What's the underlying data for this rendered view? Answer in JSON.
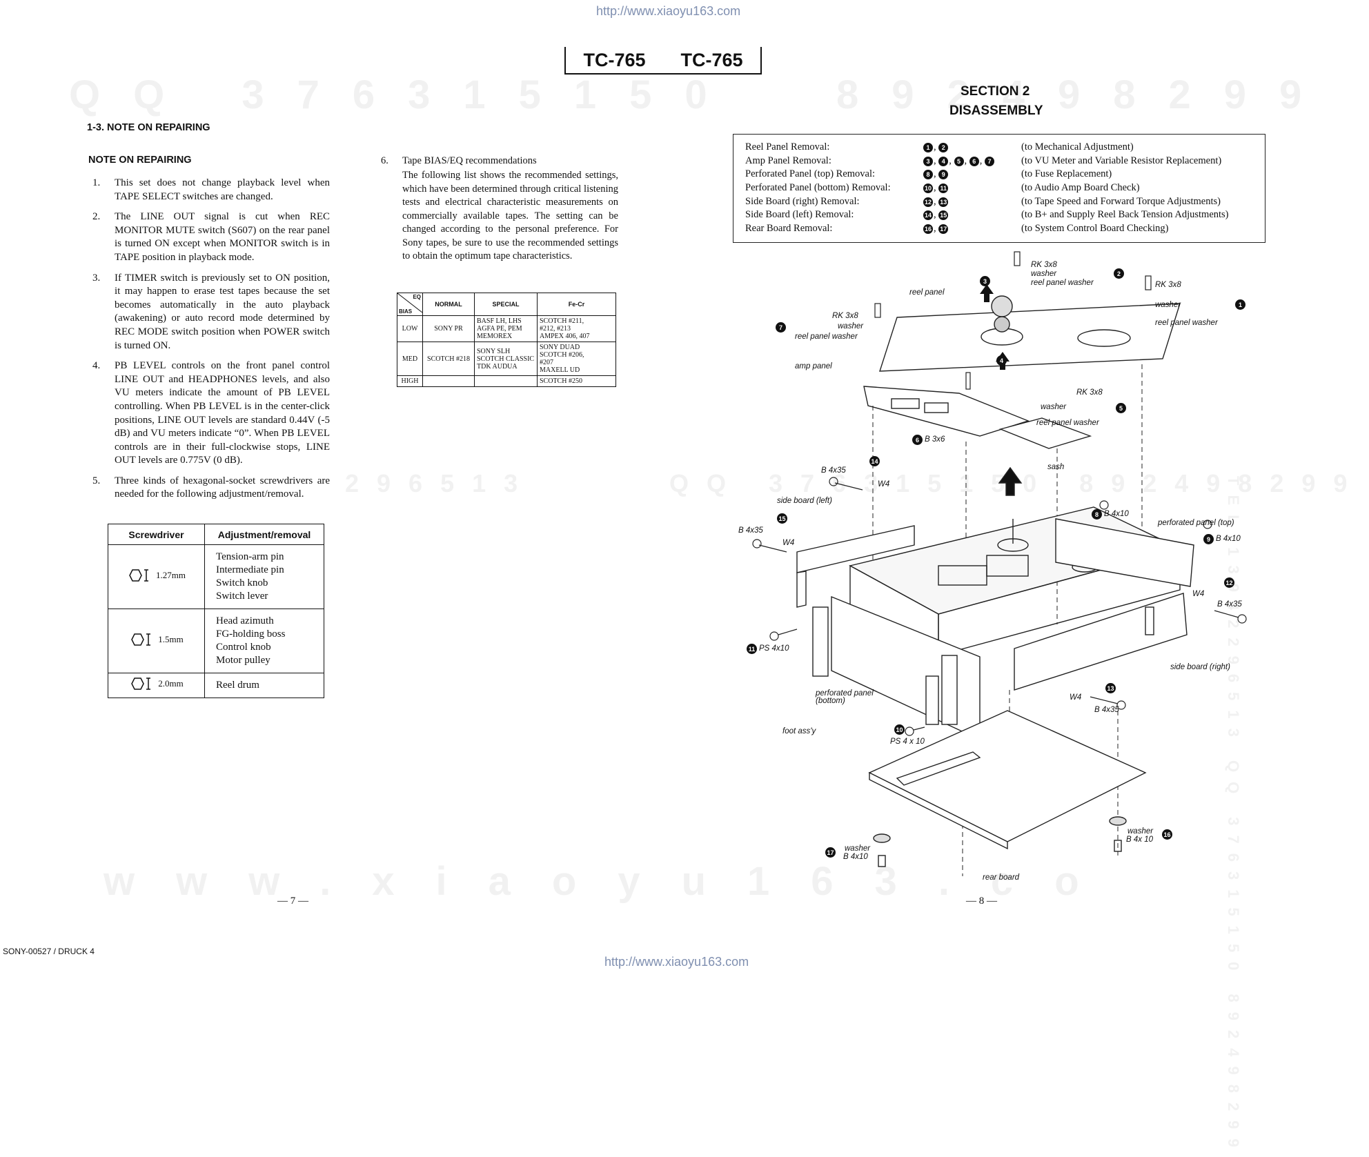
{
  "header": {
    "url": "http://www.xiaoyu163.com",
    "model_left": "TC-765",
    "model_right": "TC-765"
  },
  "watermarks": {
    "top_left": "QQ 376315150",
    "top_right": "892498299",
    "mid_left": "296513",
    "mid_right": "QQ 376315150 892498299",
    "bottom": "www.xiaoyu163.co",
    "side_right": "TEL 13942296513 QQ 376315150 892498299"
  },
  "left": {
    "heading": "1-3.  NOTE ON REPAIRING",
    "subheading": "NOTE ON REPAIRING",
    "notes": [
      {
        "n": "1.",
        "t": "This set does not change playback level when TAPE SELECT switches are changed."
      },
      {
        "n": "2.",
        "t": "The LINE OUT signal is cut when REC MONITOR MUTE switch (S607) on the rear panel is turned ON except when MONITOR switch is in TAPE position in playback mode."
      },
      {
        "n": "3.",
        "t": "If TIMER switch is previously set to ON position, it may happen to erase test tapes because the set becomes automatically in the auto playback (awakening) or auto record mode determined by REC MODE switch position when POWER switch is turned ON."
      },
      {
        "n": "4.",
        "t": "PB LEVEL controls on the front panel control LINE OUT and HEADPHONES levels, and also VU meters indicate the amount of PB LEVEL controlling. When PB LEVEL is in the center-click positions, LINE OUT levels are standard 0.44V (-5 dB) and VU meters indicate “0”. When PB LEVEL controls are in their full-clockwise stops, LINE OUT levels are 0.775V (0 dB)."
      },
      {
        "n": "5.",
        "t": "Three kinds of hexagonal-socket screwdrivers are needed for the following adjustment/removal."
      }
    ],
    "screwdriver_table": {
      "headers": [
        "Screwdriver",
        "Adjustment/removal"
      ],
      "rows": [
        {
          "size": "1.27mm",
          "items": "Tension-arm pin\nIntermediate pin\nSwitch knob\nSwitch lever"
        },
        {
          "size": "1.5mm",
          "items": "Head azimuth\nFG-holding boss\nControl knob\nMotor pulley"
        },
        {
          "size": "2.0mm",
          "items": "Reel drum"
        }
      ]
    },
    "page_number": "— 7 —"
  },
  "middle": {
    "item_num": "6.",
    "item_title": "Tape BIAS/EQ recommendations",
    "item_text": "The following list shows the recommended settings, which have been determined through critical listening tests and electrical characteristic measurements on commercially available tapes. The setting can be changed according to the personal preference. For Sony tapes, be sure to use the recommended settings to obtain the optimum tape characteristics.",
    "bias_table": {
      "corner_eq": "EQ",
      "corner_bias": "BIAS",
      "headers": [
        "NORMAL",
        "SPECIAL",
        "Fe-Cr"
      ],
      "rows": [
        {
          "bias": "LOW",
          "normal": "SONY PR",
          "special": "BASF LH, LHS\nAGFA PE, PEM\nMEMOREX",
          "fecr": "SCOTCH #211,\n#212, #213\nAMPEX 406, 407"
        },
        {
          "bias": "MED",
          "normal": "SCOTCH #218",
          "special": "SONY SLH\nSCOTCH CLASSIC\nTDK AUDUA",
          "fecr": "SONY DUAD\nSCOTCH #206,\n#207\nMAXELL UD"
        },
        {
          "bias": "HIGH",
          "normal": "",
          "special": "",
          "fecr": "SCOTCH #250"
        }
      ]
    }
  },
  "right": {
    "section_title": "SECTION 2",
    "section_subtitle": "DISASSEMBLY",
    "removal_rows": [
      {
        "name": "Reel Panel Removal:",
        "steps": [
          "1",
          "2"
        ],
        "purpose": "(to Mechanical Adjustment)"
      },
      {
        "name": "Amp Panel Removal:",
        "steps": [
          "3",
          "4",
          "5",
          "6",
          "7"
        ],
        "purpose": "(to VU Meter and Variable Resistor Replacement)"
      },
      {
        "name": "Perforated Panel (top) Removal:",
        "steps": [
          "8",
          "9"
        ],
        "purpose": "(to Fuse Replacement)"
      },
      {
        "name": "Perforated Panel (bottom) Removal:",
        "steps": [
          "10",
          "11"
        ],
        "purpose": "(to Audio Amp Board Check)"
      },
      {
        "name": "Side Board (right) Removal:",
        "steps": [
          "12",
          "13"
        ],
        "purpose": "(to Tape Speed and Forward Torque Adjustments)"
      },
      {
        "name": "Side Board (left) Removal:",
        "steps": [
          "14",
          "15"
        ],
        "purpose": "(to B+ and Supply Reel Back Tension Adjustments)"
      },
      {
        "name": "Rear Board Removal:",
        "steps": [
          "16",
          "17"
        ],
        "purpose": "(to System Control Board Checking)"
      }
    ],
    "diagram_labels": {
      "rk_top": "RK 3x8",
      "washer_top": "washer",
      "rpw_top": "reel panel washer",
      "rk_right": "RK 3x8",
      "washer_right": "washer",
      "rpw_right": "reel panel washer",
      "rk_left": "RK 3x8",
      "washer_left": "washer",
      "rpw_left": "reel panel washer",
      "reel_panel": "reel panel",
      "amp_panel": "amp panel",
      "rk_mid": "RK 3x8",
      "washer_mid": "washer",
      "rpw_mid": "reel panel washer",
      "b3x6": "B 3x6",
      "sash": "sash",
      "b4x35_a": "B 4x35",
      "w4_a": "W4",
      "side_left": "side board (left)",
      "b4x35_b": "B 4x35",
      "w4_b": "W4",
      "b4x10_a": "B 4x10",
      "perf_top": "perforated panel (top)",
      "b4x10_b": "B 4x10",
      "w4_c": "W4",
      "b4x35_c": "B 4x35",
      "ps4x10_a": "PS 4x10",
      "side_right": "side board (right)",
      "perf_bottom_1": "perforated panel",
      "perf_bottom_2": "(bottom)",
      "w4_d": "W4",
      "b4x35_d": "B 4x35",
      "foot": "foot ass'y",
      "ps4x10_b": "PS 4 x 10",
      "washer_r": "washer",
      "b4x10_r": "B 4x 10",
      "washer_l": "washer",
      "b4x10_l": "B 4x10",
      "rear_board": "rear board"
    },
    "page_number": "— 8 —"
  },
  "footer": {
    "code": "SONY-00527 / DRUCK 4",
    "url": "http://www.xiaoyu163.com"
  }
}
